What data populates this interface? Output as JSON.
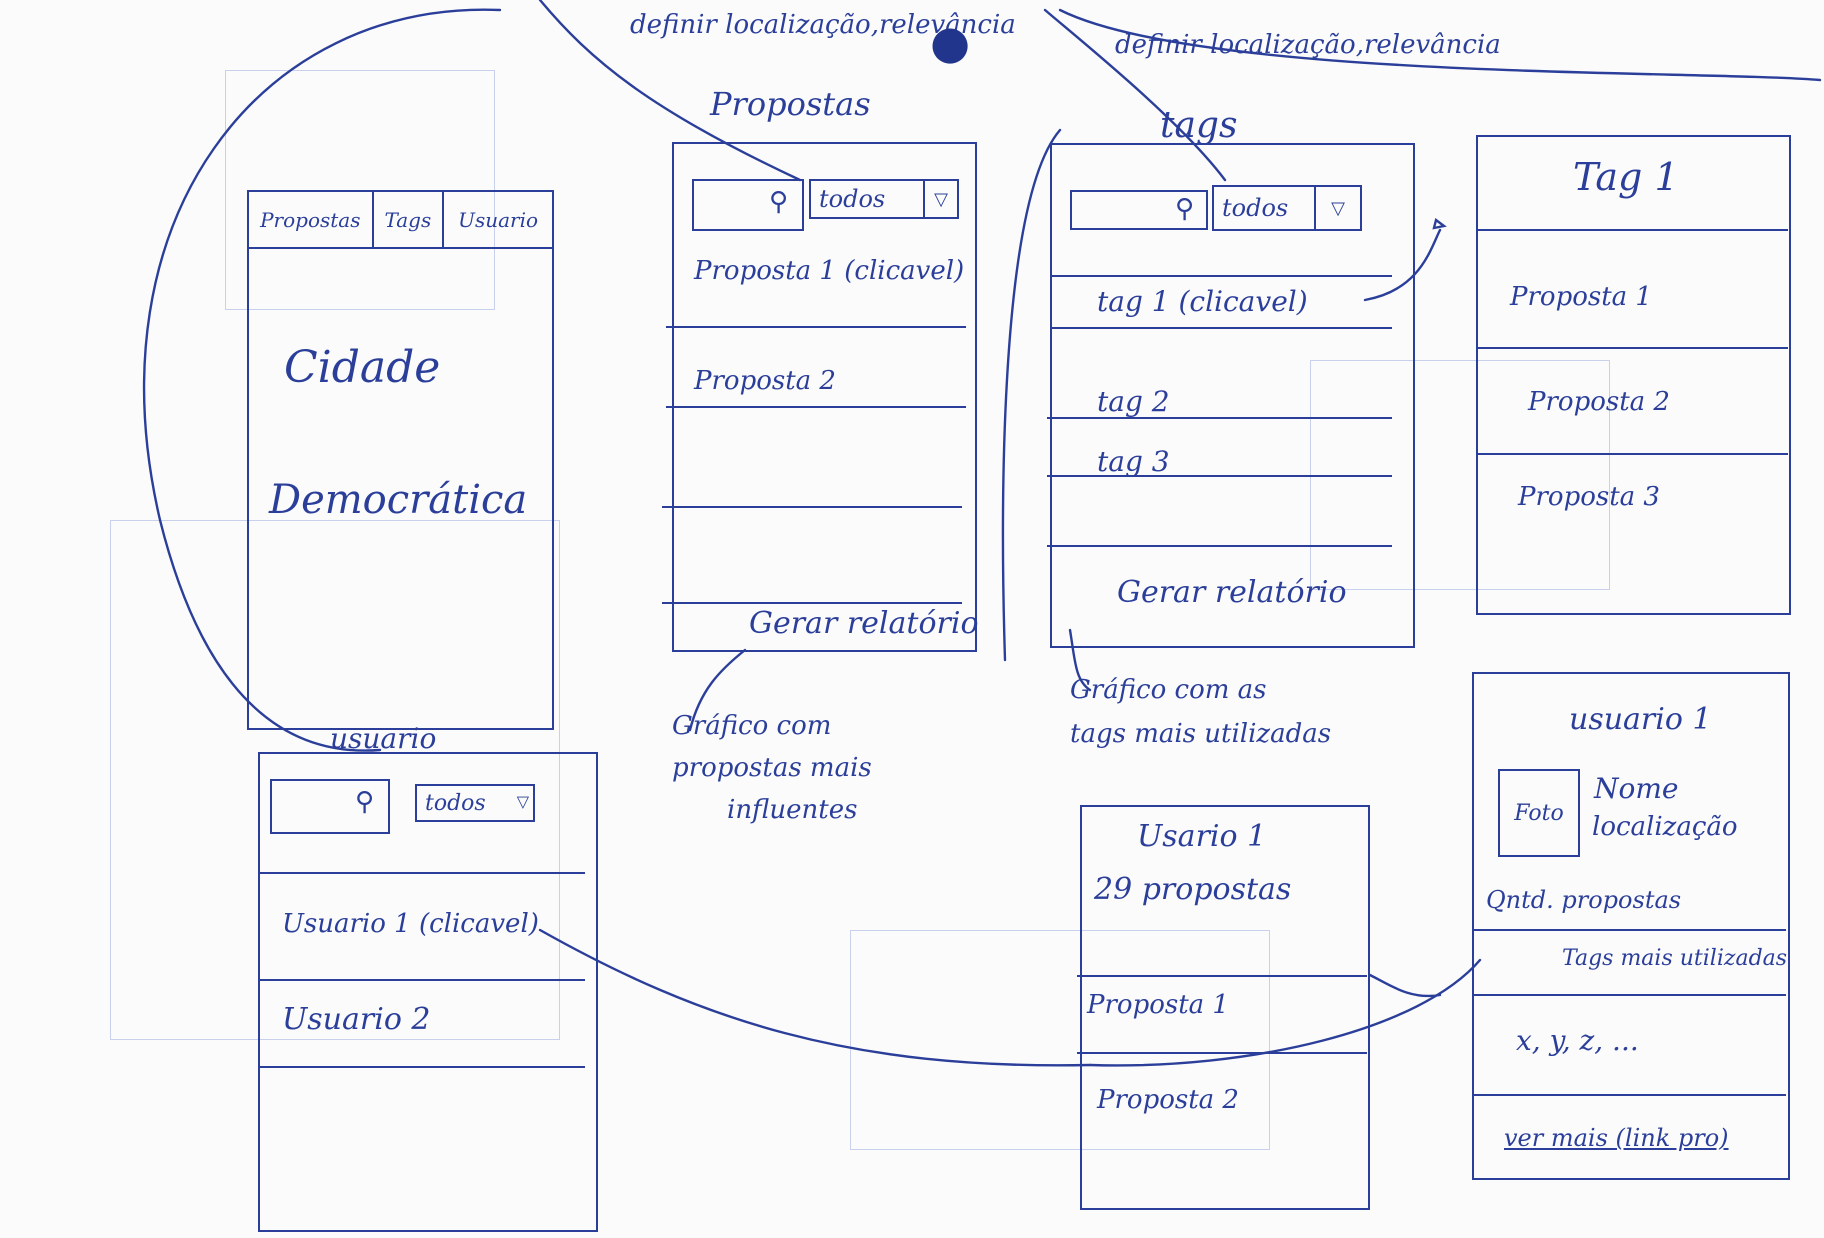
{
  "top_notes": {
    "note_left": "definir localização,relevância",
    "note_right": "definir localização,relevância"
  },
  "home": {
    "tabs": [
      "Propostas",
      "Tags",
      "Usuario"
    ],
    "title_line1": "Cidade",
    "title_line2": "Democrática"
  },
  "propostas_screen": {
    "heading": "Propostas",
    "filter_value": "todos",
    "items": [
      "Proposta 1 (clicavel)",
      "Proposta 2"
    ],
    "report_button": "Gerar relatório",
    "note": [
      "Gráfico com",
      "propostas mais",
      "influentes"
    ]
  },
  "tags_screen": {
    "heading": "tags",
    "filter_value": "todos",
    "items": [
      "tag 1 (clicavel)",
      "tag 2",
      "tag 3"
    ],
    "report_button": "Gerar relatório",
    "note": [
      "Gráfico com as",
      "tags mais utilizadas"
    ]
  },
  "tag_detail": {
    "title": "Tag 1",
    "items": [
      "Proposta 1",
      "Proposta 2",
      "Proposta 3"
    ]
  },
  "usuario_screen": {
    "heading": "usuario",
    "filter_value": "todos",
    "items": [
      "Usuario 1 (clicavel)",
      "Usuario 2"
    ]
  },
  "user_proposals": {
    "title": "Usario 1",
    "count_text": "29 propostas",
    "items": [
      "Proposta 1",
      "Proposta 2"
    ]
  },
  "user_detail": {
    "title": "usuario 1",
    "photo_label": "Foto",
    "name_label": "Nome",
    "location_label": "localização",
    "count_label": "Qntd. propostas",
    "tags_label": "Tags mais utilizadas",
    "tags_values": "x, y, z, ...",
    "more_link": "ver mais (link pro)"
  }
}
